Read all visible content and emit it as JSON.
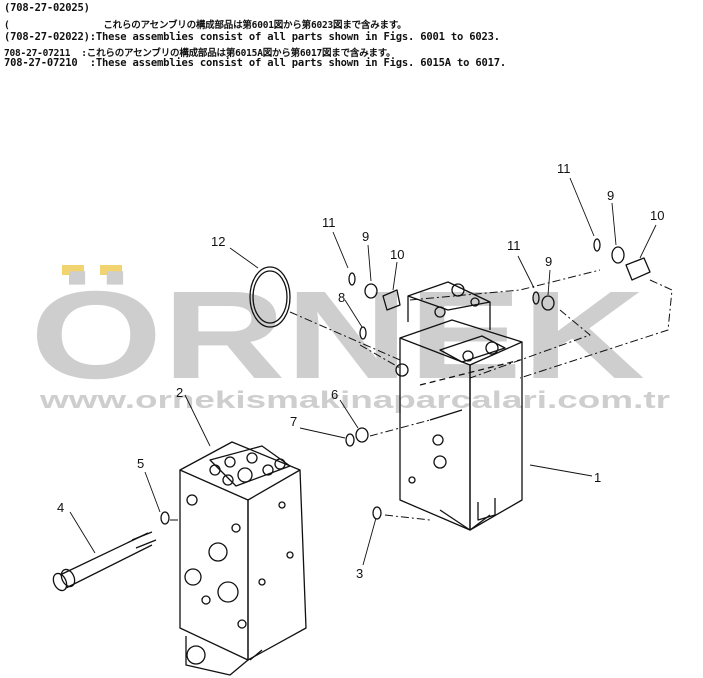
{
  "header": {
    "lines": [
      "(708-27-02025)",
      "(                 これらのアセンブリの構成部品は第6001図から第6023図まで含みます。",
      "(708-27-02022):These assemblies consist of all parts shown in Figs. 6001 to 6023.",
      "708-27-07211  :これらのアセンブリの構成部品は第6015A図から第6017図まで含みます。",
      "708-27-07210  :These assemblies consist of all parts shown in Figs. 6015A to 6017."
    ]
  },
  "watermark": {
    "brand": "ÖRNEK",
    "url": "www.ornekismakinaparcalari.com.tr",
    "dots_color": "#f0d060",
    "text_color": "#c9c9c9"
  },
  "callouts": [
    "1",
    "2",
    "3",
    "4",
    "5",
    "6",
    "7",
    "8",
    "9",
    "9",
    "9",
    "10",
    "10",
    "11",
    "11",
    "11",
    "12"
  ]
}
